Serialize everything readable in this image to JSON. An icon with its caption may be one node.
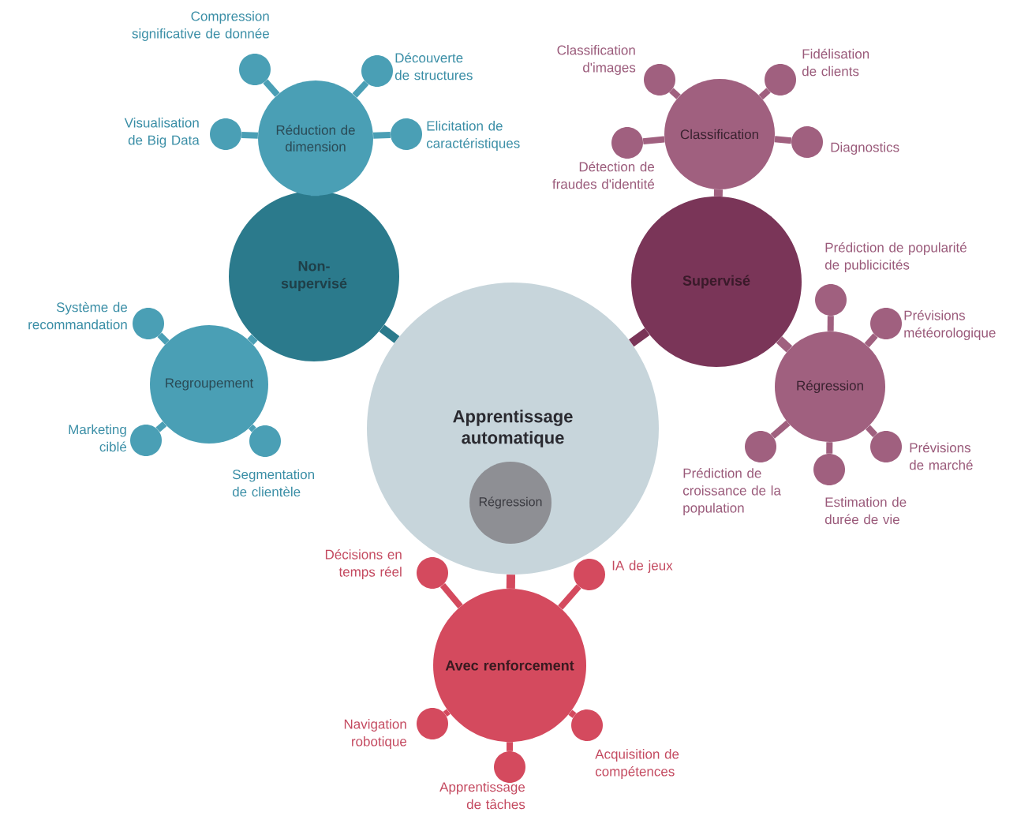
{
  "diagram": {
    "nodes": [
      {
        "text": [
          "Apprentissage automatique"
        ]
      },
      {
        "text": [
          "Régression"
        ],
        "in": 0
      },
      {
        "text": [
          "Non-supervisé"
        ]
      },
      {
        "text": [
          "Réduction de dimension"
        ]
      },
      {
        "text": [
          "Regroupement"
        ]
      },
      {
        "text": [
          "Supervisé"
        ]
      },
      {
        "text": [
          "Classification"
        ]
      },
      {
        "text": [
          "Régression"
        ]
      },
      {
        "text": [
          "Avec renforcement"
        ]
      },
      {
        "text": [],
        "shape": "circle",
        "beside": [
          "Compression significative de donnée"
        ]
      },
      {
        "text": [],
        "shape": "circle",
        "beside": [
          "Découverte de structures"
        ]
      },
      {
        "text": [],
        "shape": "circle",
        "beside": [
          "Visualisation de Big Data"
        ]
      },
      {
        "text": [],
        "shape": "circle",
        "beside": [
          "Elicitation de caractéristiques"
        ]
      },
      {
        "text": [],
        "shape": "circle",
        "beside": [
          "Système de recommandation"
        ]
      },
      {
        "text": [],
        "shape": "circle",
        "beside": [
          "Marketing ciblé"
        ]
      },
      {
        "text": [],
        "shape": "circle",
        "beside": [
          "Segmentation de clientèle"
        ]
      },
      {
        "text": [],
        "shape": "circle",
        "beside": [
          "Classification d'images"
        ]
      },
      {
        "text": [],
        "shape": "circle",
        "beside": [
          "Fidélisation de clients"
        ]
      },
      {
        "text": [],
        "shape": "circle",
        "beside": [
          "Diagnostics"
        ]
      },
      {
        "text": [],
        "shape": "circle",
        "beside": [
          "Détection de fraudes d'identité"
        ]
      },
      {
        "text": [],
        "shape": "circle",
        "beside": [
          "Prédiction de popularité de publicicités"
        ]
      },
      {
        "text": [],
        "shape": "circle",
        "beside": [
          "Prévisions météorologique"
        ]
      },
      {
        "text": [],
        "shape": "circle",
        "beside": [
          "Prévisions de marché"
        ]
      },
      {
        "text": [],
        "shape": "circle",
        "beside": [
          "Estimation de durée de vie"
        ]
      },
      {
        "text": [],
        "shape": "circle",
        "beside": [
          "Prédiction de croissance de la population"
        ]
      },
      {
        "text": [],
        "shape": "circle",
        "beside": [
          "Décisions en temps réel"
        ]
      },
      {
        "text": [],
        "shape": "circle",
        "beside": [
          "IA de jeux"
        ]
      },
      {
        "text": [],
        "shape": "circle",
        "beside": [
          "Navigation robotique"
        ]
      },
      {
        "text": [],
        "shape": "circle",
        "beside": [
          "Apprentissage de tâches"
        ]
      },
      {
        "text": [],
        "shape": "circle",
        "beside": [
          "Acquisition de compétences"
        ]
      }
    ],
    "edges": [
      {
        "from": 0,
        "to": 2,
        "arrow": "none",
        "color": "#2b7a8c"
      },
      {
        "from": 0,
        "to": 5,
        "arrow": "none",
        "color": "#7a3558"
      },
      {
        "from": 0,
        "to": 8,
        "arrow": "none",
        "color": "#d44a5e"
      },
      {
        "from": 2,
        "to": 3,
        "arrow": "none",
        "color": "#4a9fb5"
      },
      {
        "from": 2,
        "to": 4,
        "arrow": "none",
        "color": "#4a9fb5"
      },
      {
        "from": 5,
        "to": 6,
        "arrow": "none",
        "color": "#a0607f"
      },
      {
        "from": 5,
        "to": 7,
        "arrow": "none",
        "color": "#a0607f"
      },
      {
        "from": 3,
        "to": 9,
        "arrow": "none",
        "color": "#4a9fb5"
      },
      {
        "from": 3,
        "to": 10,
        "arrow": "none",
        "color": "#4a9fb5"
      },
      {
        "from": 3,
        "to": 11,
        "arrow": "none",
        "color": "#4a9fb5"
      },
      {
        "from": 3,
        "to": 12,
        "arrow": "none",
        "color": "#4a9fb5"
      },
      {
        "from": 4,
        "to": 13,
        "arrow": "none",
        "color": "#4a9fb5"
      },
      {
        "from": 4,
        "to": 14,
        "arrow": "none",
        "color": "#4a9fb5"
      },
      {
        "from": 4,
        "to": 15,
        "arrow": "none",
        "color": "#4a9fb5"
      },
      {
        "from": 6,
        "to": 16,
        "arrow": "none",
        "color": "#a0607f"
      },
      {
        "from": 6,
        "to": 17,
        "arrow": "none",
        "color": "#a0607f"
      },
      {
        "from": 6,
        "to": 18,
        "arrow": "none",
        "color": "#a0607f"
      },
      {
        "from": 6,
        "to": 19,
        "arrow": "none",
        "color": "#a0607f"
      },
      {
        "from": 7,
        "to": 20,
        "arrow": "none",
        "color": "#a0607f"
      },
      {
        "from": 7,
        "to": 21,
        "arrow": "none",
        "color": "#a0607f"
      },
      {
        "from": 7,
        "to": 22,
        "arrow": "none",
        "color": "#a0607f"
      },
      {
        "from": 7,
        "to": 23,
        "arrow": "none",
        "color": "#a0607f"
      },
      {
        "from": 7,
        "to": 24,
        "arrow": "none",
        "color": "#a0607f"
      },
      {
        "from": 8,
        "to": 25,
        "arrow": "none",
        "color": "#d44a5e"
      },
      {
        "from": 8,
        "to": 26,
        "arrow": "none",
        "color": "#d44a5e"
      },
      {
        "from": 8,
        "to": 27,
        "arrow": "none",
        "color": "#d44a5e"
      },
      {
        "from": 8,
        "to": 28,
        "arrow": "none",
        "color": "#d44a5e"
      },
      {
        "from": 8,
        "to": 29,
        "arrow": "none",
        "color": "#d44a5e"
      }
    ]
  }
}
